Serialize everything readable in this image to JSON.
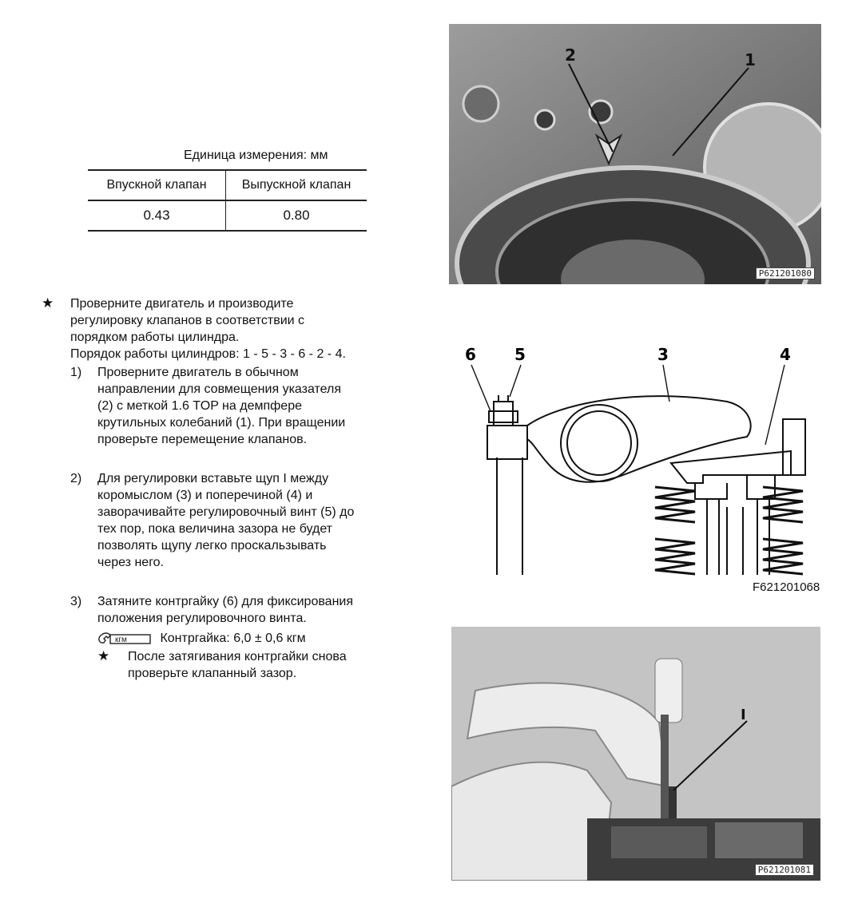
{
  "spec_table": {
    "unit": "Единица измерения: мм",
    "headers": [
      "Впускной клапан",
      "Выпускной клапан"
    ],
    "values": [
      "0.43",
      "0.80"
    ]
  },
  "procedure": {
    "intro_lines": [
      "Проверните двигатель и производите",
      "регулировку клапанов в соответствии с",
      "порядком работы цилиндра.",
      "Порядок работы цилиндров: 1 - 5 - 3 - 6 - 2 - 4."
    ],
    "steps": [
      {
        "num": "1)",
        "lines": [
          "Проверните двигатель в обычном",
          "направлении для совмещения указателя",
          "(2) с меткой 1.6 TOP на демпфере",
          "крутильных колебаний (1). При вращении",
          "проверьте перемещение клапанов."
        ]
      },
      {
        "num": "2)",
        "lines": [
          "Для регулировки вставьте щуп I между",
          "коромыслом (3) и поперечиной (4) и",
          "заворачивайте регулировочный винт (5) до",
          "тех пор, пока величина зазора не будет",
          "позволять щупу легко проскальзывать",
          "через него."
        ]
      },
      {
        "num": "3)",
        "lines": [
          "Затяните контргайку (6) для фиксирования",
          "положения регулировочного винта."
        ]
      }
    ],
    "torque_unit": "кгм",
    "torque_text": "Контргайка: 6,0 ± 0,6 кгм",
    "note_lines": [
      "После затягивания контргайки снова",
      "проверьте клапанный зазор."
    ]
  },
  "figures": {
    "photo1": {
      "code": "P621201080",
      "labels": [
        "2",
        "1"
      ]
    },
    "diagram": {
      "code": "F621201068",
      "labels": [
        "6",
        "5",
        "3",
        "4"
      ]
    },
    "photo2": {
      "code": "P621201081",
      "labels": [
        "I"
      ]
    }
  },
  "icons": {
    "star": "star-icon",
    "torque": "torque-wrench-icon"
  }
}
